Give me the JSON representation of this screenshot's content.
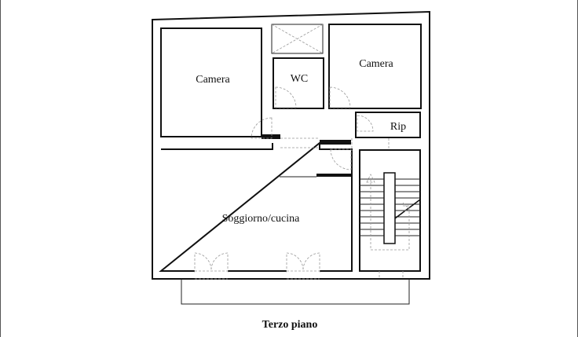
{
  "plan": {
    "title": "Terzo piano",
    "rooms": {
      "camera_left": "Camera",
      "wc": "WC",
      "camera_right": "Camera",
      "rip": "Rip",
      "soggiorno": "Soggiorno/cucina"
    }
  }
}
